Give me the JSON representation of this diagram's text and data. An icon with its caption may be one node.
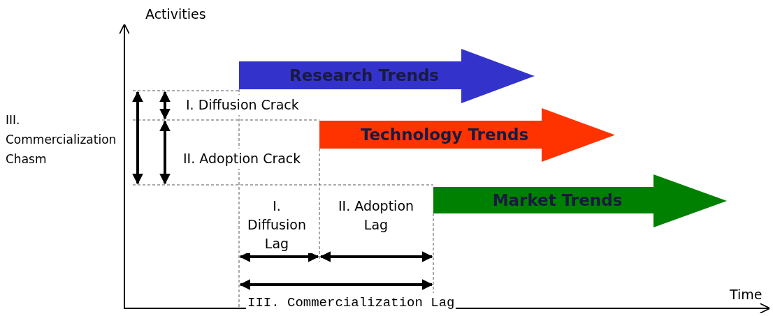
{
  "diagram": {
    "nodes": [
      {
        "text": [
          "Research Trends"
        ]
      },
      {
        "text": [
          "Technology Trends"
        ]
      },
      {
        "text": [
          "Market Trends"
        ]
      }
    ],
    "labels": [
      "Activities",
      "I. Diffusion Crack",
      "III. Commercialization Chasm",
      "II. Adoption Crack",
      "I. Diffusion Lag",
      "II. Adoption Lag",
      "Time",
      "III. Commercialization Lag"
    ]
  }
}
